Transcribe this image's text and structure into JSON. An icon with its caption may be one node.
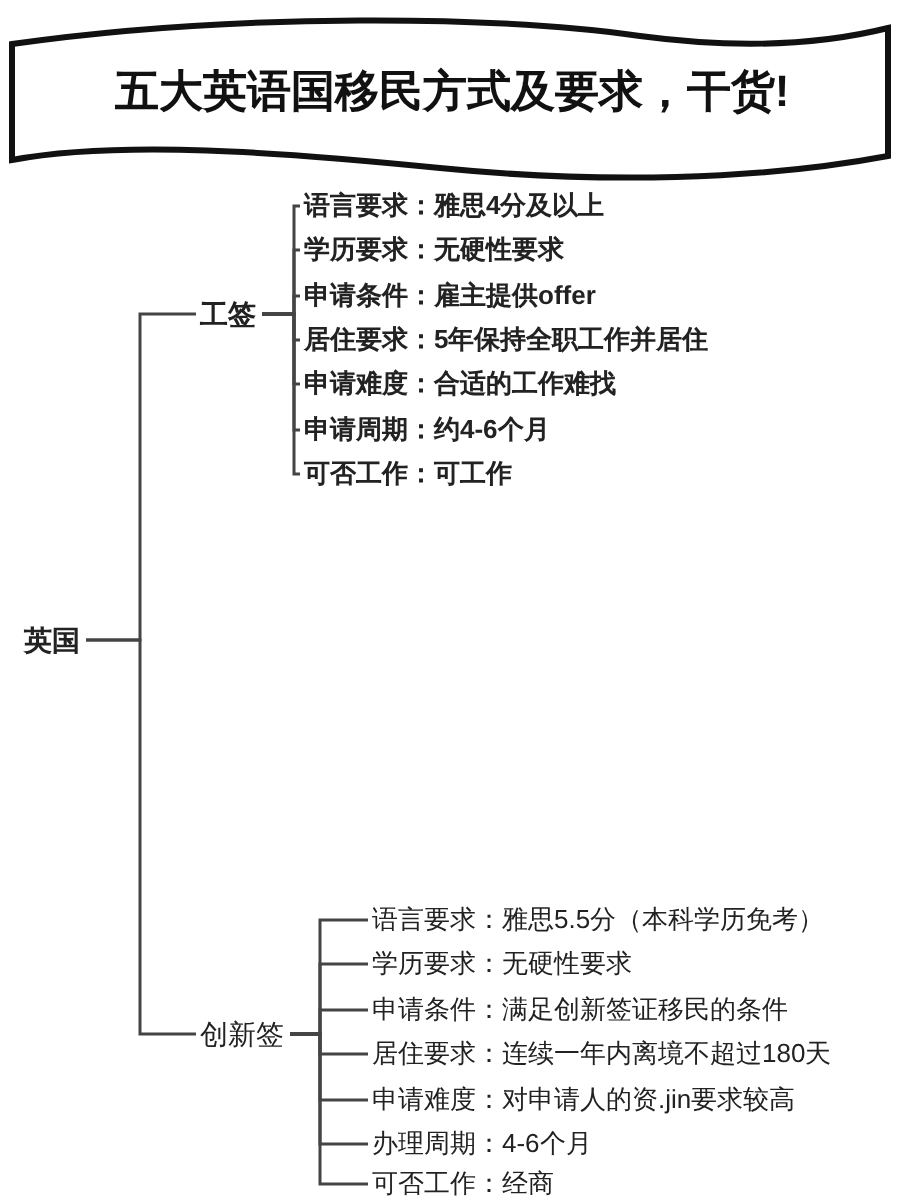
{
  "diagram": {
    "title": "五大英语国移民方式及要求，干货!",
    "nodes": [
      {
        "text": [
          "英国"
        ]
      },
      {
        "text": [
          "工签"
        ]
      },
      {
        "text": [
          "语言要求：雅思4分及以上"
        ]
      },
      {
        "text": [
          "学历要求：无硬性要求"
        ]
      },
      {
        "text": [
          "申请条件：雇主提供offer"
        ]
      },
      {
        "text": [
          "居住要求：5年保持全职工作并居住"
        ]
      },
      {
        "text": [
          "申请难度：合适的工作难找"
        ]
      },
      {
        "text": [
          "申请周期：约4-6个月"
        ]
      },
      {
        "text": [
          "可否工作：可工作"
        ]
      },
      {
        "text": [
          "创新签"
        ]
      },
      {
        "text": [
          "语言要求：雅思5.5分（本科学历免考）"
        ]
      },
      {
        "text": [
          "学历要求：无硬性要求"
        ]
      },
      {
        "text": [
          "申请条件：满足创新签证移民的条件"
        ]
      },
      {
        "text": [
          "居住要求：连续一年内离境不超过180天"
        ]
      },
      {
        "text": [
          "申请难度：对申请人的资.jin要求较高"
        ]
      },
      {
        "text": [
          "办理周期：4-6个月"
        ]
      },
      {
        "text": [
          "可否工作：经商"
        ]
      }
    ],
    "edges": [
      {
        "from": 0,
        "to": 1,
        "arrow": "none"
      },
      {
        "from": 0,
        "to": 9,
        "arrow": "none"
      },
      {
        "from": 1,
        "to": 2,
        "arrow": "none"
      },
      {
        "from": 1,
        "to": 3,
        "arrow": "none"
      },
      {
        "from": 1,
        "to": 4,
        "arrow": "none"
      },
      {
        "from": 1,
        "to": 5,
        "arrow": "none"
      },
      {
        "from": 1,
        "to": 6,
        "arrow": "none"
      },
      {
        "from": 1,
        "to": 7,
        "arrow": "none"
      },
      {
        "from": 1,
        "to": 8,
        "arrow": "none"
      },
      {
        "from": 9,
        "to": 10,
        "arrow": "none"
      },
      {
        "from": 9,
        "to": 11,
        "arrow": "none"
      },
      {
        "from": 9,
        "to": 12,
        "arrow": "none"
      },
      {
        "from": 9,
        "to": 13,
        "arrow": "none"
      },
      {
        "from": 9,
        "to": 14,
        "arrow": "none"
      },
      {
        "from": 9,
        "to": 15,
        "arrow": "none"
      },
      {
        "from": 9,
        "to": 16,
        "arrow": "none"
      }
    ]
  }
}
